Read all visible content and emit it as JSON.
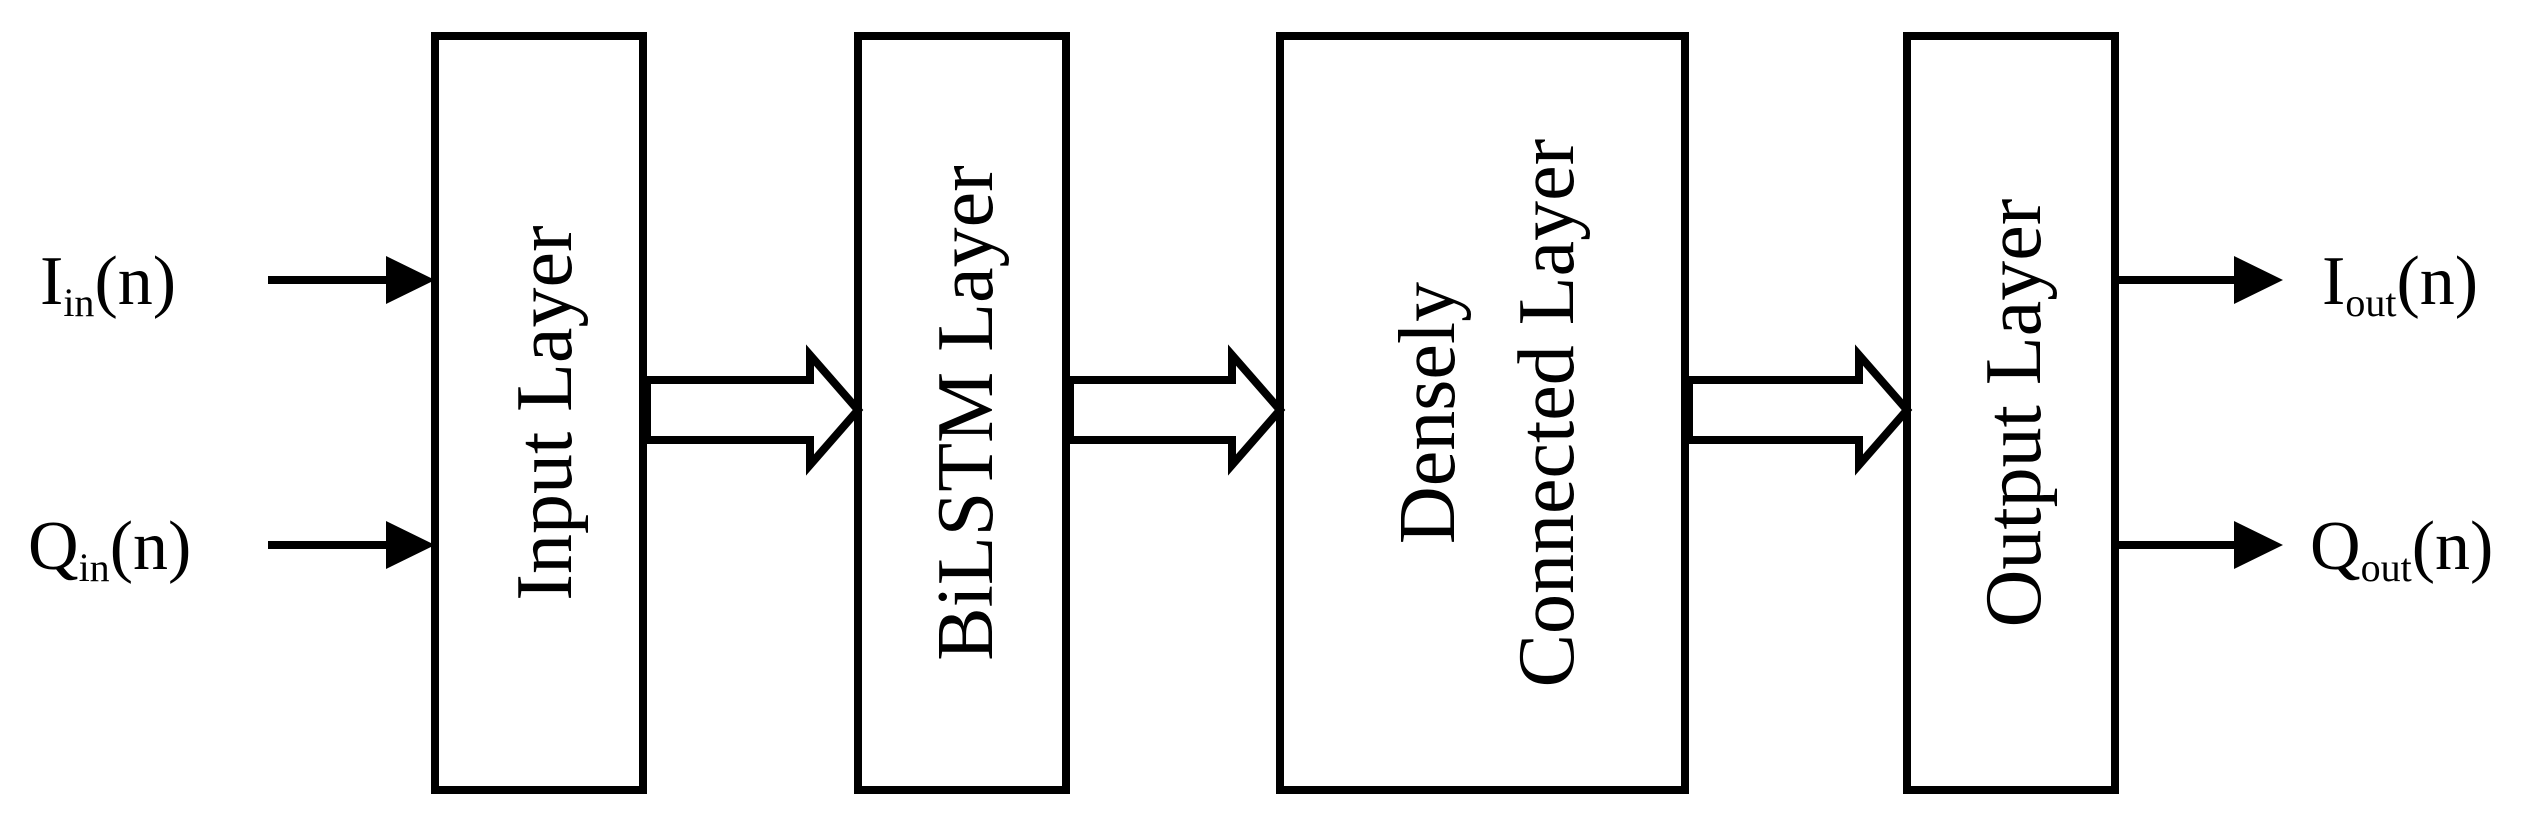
{
  "inputs": [
    {
      "symbol": "I",
      "subscript": "in",
      "suffix": "(n)"
    },
    {
      "symbol": "Q",
      "subscript": "in",
      "suffix": "(n)"
    }
  ],
  "outputs": [
    {
      "symbol": "I",
      "subscript": "out",
      "suffix": "(n)"
    },
    {
      "symbol": "Q",
      "subscript": "out",
      "suffix": "(n)"
    }
  ],
  "layers": [
    {
      "lines": [
        "Input Layer"
      ]
    },
    {
      "lines": [
        "BiLSTM Layer"
      ]
    },
    {
      "lines": [
        "Densely",
        "Connected Layer"
      ]
    },
    {
      "lines": [
        "Output Layer"
      ]
    }
  ],
  "style": {
    "stroke": "#000000",
    "background": "#ffffff"
  }
}
